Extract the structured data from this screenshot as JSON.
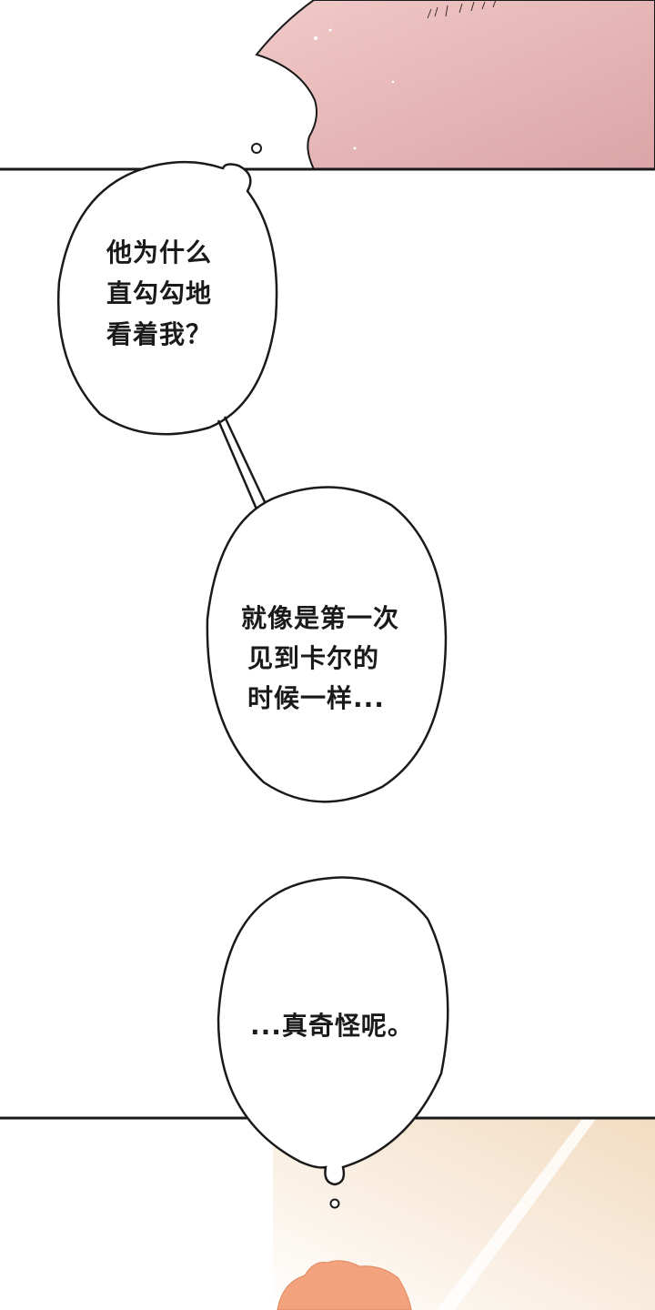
{
  "bubbles": [
    {
      "lines": [
        "他为什么",
        "直勾勾地",
        "看着我？"
      ]
    },
    {
      "lines": [
        "就像是第一次",
        "见到卡尔的",
        "时候一样..."
      ]
    },
    {
      "lines": [
        "...真奇怪呢。"
      ]
    }
  ],
  "colors": {
    "skin": "#e8b8b6",
    "outline": "#1a1a1a",
    "background_glow": "#f6e6d2",
    "hair": "#f2a27c"
  }
}
